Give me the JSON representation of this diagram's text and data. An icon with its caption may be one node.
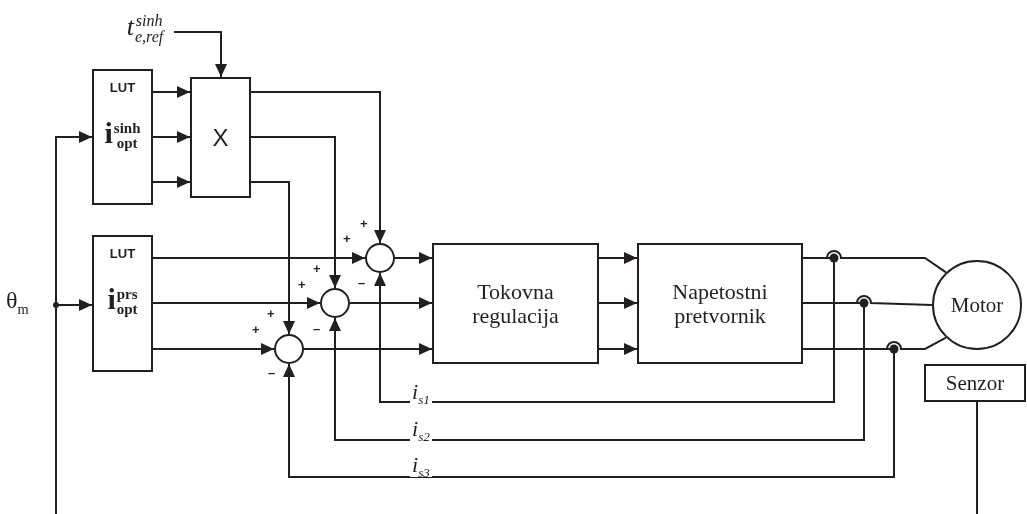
{
  "diagram": {
    "nodes": [
      {
        "text": [
          "t$^{sinh}$$_{e,ref}$"
        ]
      },
      {
        "text": [
          "LUT",
          "i$^{sinh}$$_{opt}$"
        ]
      },
      {
        "text": [
          "X"
        ]
      },
      {
        "text": [
          "LUT",
          "i$^{prs}$$_{opt}$"
        ]
      },
      {
        "text": [],
        "shape": "circle"
      },
      {
        "text": [],
        "shape": "circle"
      },
      {
        "text": [],
        "shape": "circle"
      },
      {
        "text": [
          "Tokovna regulacija"
        ]
      },
      {
        "text": [
          "Napetostni pretvornik"
        ]
      },
      {
        "text": [
          "Motor"
        ]
      },
      {
        "text": [
          "Senzor"
        ]
      }
    ],
    "edges": [
      {
        "from": 0,
        "to": 2,
        "arrow": "to"
      },
      {
        "from": 1,
        "to": 2,
        "arrow": "to"
      },
      {
        "from": 1,
        "to": 2,
        "arrow": "to"
      },
      {
        "from": 1,
        "to": 2,
        "arrow": "to"
      },
      {
        "from": 2,
        "to": 4,
        "arrow": "to"
      },
      {
        "from": 2,
        "to": 5,
        "arrow": "to"
      },
      {
        "from": 2,
        "to": 6,
        "arrow": "to"
      },
      {
        "from": 3,
        "to": 4,
        "arrow": "to"
      },
      {
        "from": 3,
        "to": 5,
        "arrow": "to"
      },
      {
        "from": 3,
        "to": 6,
        "arrow": "to"
      },
      {
        "from": 4,
        "to": 7,
        "arrow": "to"
      },
      {
        "from": 5,
        "to": 7,
        "arrow": "to"
      },
      {
        "from": 6,
        "to": 7,
        "arrow": "to"
      },
      {
        "from": 7,
        "to": 8,
        "arrow": "to"
      },
      {
        "from": 7,
        "to": 8,
        "arrow": "to"
      },
      {
        "from": 7,
        "to": 8,
        "arrow": "to"
      },
      {
        "from": 8,
        "to": 9,
        "arrow": "none"
      },
      {
        "from": 8,
        "to": 9,
        "arrow": "none"
      },
      {
        "from": 8,
        "to": 9,
        "arrow": "none"
      },
      {
        "from": 8,
        "to": 4,
        "arrow": "to",
        "label": "i$_{s1}$"
      },
      {
        "from": 8,
        "to": 5,
        "arrow": "to",
        "label": "i$_{s2}$"
      },
      {
        "from": 8,
        "to": 6,
        "arrow": "to",
        "label": "i$_{s3}$"
      },
      {
        "from": 10,
        "to": 1,
        "arrow": "to"
      },
      {
        "from": 10,
        "to": 3,
        "arrow": "to"
      }
    ],
    "labels": [
      "+",
      "+",
      "–",
      "+",
      "+",
      "–",
      "+",
      "+",
      "–",
      "θ$_{m}$"
    ]
  }
}
